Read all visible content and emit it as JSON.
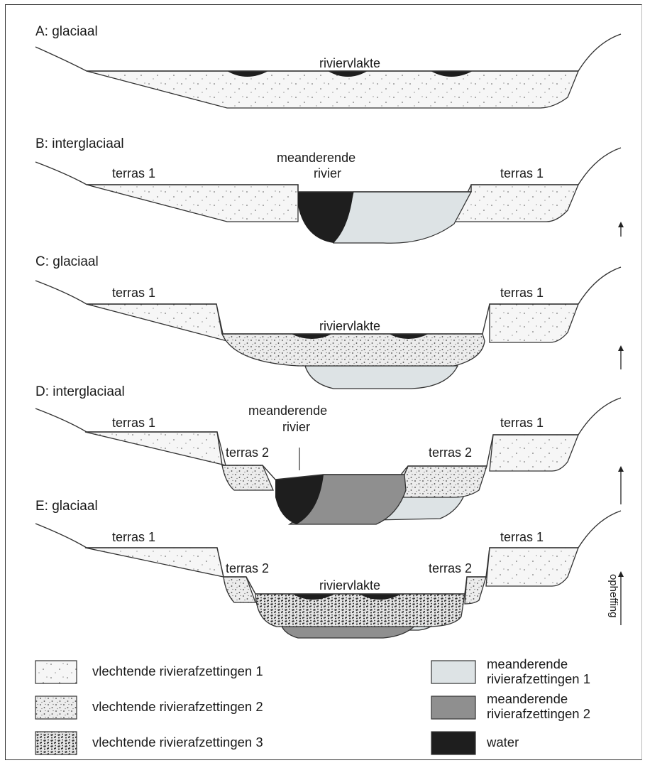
{
  "panels": {
    "a": {
      "title": "A: glaciaal",
      "label": "riviervlakte"
    },
    "b": {
      "title": "B: interglaciaal",
      "river_line1": "meanderende",
      "river_line2": "rivier",
      "terrace_left": "terras 1",
      "terrace_right": "terras 1"
    },
    "c": {
      "title": "C: glaciaal",
      "label": "riviervlakte",
      "terrace_left": "terras 1",
      "terrace_right": "terras 1"
    },
    "d": {
      "title": "D: interglaciaal",
      "river_line1": "meanderende",
      "river_line2": "rivier",
      "terrace1_left": "terras 1",
      "terrace1_right": "terras 1",
      "terrace2_left": "terras 2",
      "terrace2_right": "terras 2"
    },
    "e": {
      "title": "E: glaciaal",
      "label": "riviervlakte",
      "terrace1_left": "terras 1",
      "terrace1_right": "terras 1",
      "terrace2_left": "terras 2",
      "terrace2_right": "terras 2"
    }
  },
  "uplift_label": "opheffing",
  "legend": [
    {
      "key": "vb1",
      "label": "vlechtende rivierafzettingen 1"
    },
    {
      "key": "vb2",
      "label": "vlechtende rivierafzettingen 2"
    },
    {
      "key": "vb3",
      "label": "vlechtende rivierafzettingen 3"
    },
    {
      "key": "m1",
      "line1": "meanderende",
      "line2": "rivierafzettingen 1"
    },
    {
      "key": "m2",
      "line1": "meanderende",
      "line2": "rivierafzettingen 2"
    },
    {
      "key": "water",
      "label": "water"
    }
  ],
  "colors": {
    "braided_1": "#f6f6f6",
    "braided_2": "#ececec",
    "braided_3": "#e4e4e4",
    "meander_1": "#dde3e5",
    "meander_2": "#8f8f8f",
    "water": "#1e1e1e",
    "outline": "#333333"
  }
}
